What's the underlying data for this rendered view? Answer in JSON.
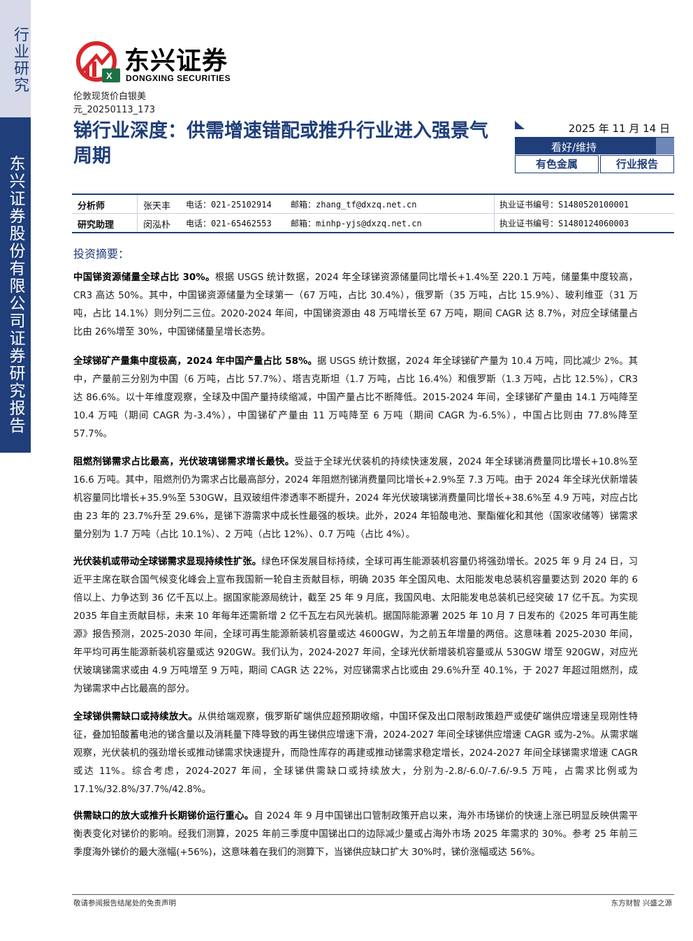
{
  "sidebar": {
    "top_label": "行业研究",
    "company_label": "东兴证券股份有限公司证券研究报告"
  },
  "logo": {
    "cn": "东兴证券",
    "en": "DONGXING SECURITIES"
  },
  "file_tag": {
    "line1": "伦敦现货价白银美",
    "line2": "元_20250113_173"
  },
  "title": "锑行业深度：供需增速错配或推升行业进入强景气周期",
  "info": {
    "date": "2025 年 11 月 14 日",
    "rating": "看好/维持",
    "sector": "有色金属",
    "report_type": "行业报告"
  },
  "analysts": [
    {
      "role": "分析师",
      "name": "张天丰",
      "phone": "电话：021-25102914",
      "email": "邮箱：zhang_tf@dxzq.net.cn",
      "cert": "执业证书编号：S1480520100001"
    },
    {
      "role": "研究助理",
      "name": "闵泓朴",
      "phone": "电话：021-65462553",
      "email": "邮箱：minhp-yjs@dxzq.net.cn",
      "cert": "执业证书编号：S1480124060003"
    }
  ],
  "summary_heading": "投资摘要：",
  "paragraphs": [
    {
      "lead": "中国锑资源储量全球占比 30%。",
      "body": "根据 USGS 统计数据，2024 年全球锑资源储量同比增长+1.4%至 220.1 万吨，储量集中度较高，CR3 高达 50%。其中，中国锑资源储量为全球第一（67 万吨，占比 30.4%），俄罗斯（35 万吨，占比 15.9%）、玻利维亚（31 万吨，占比 14.1%）则分列二三位。2020-2024 年间，中国锑资源由 48 万吨增长至 67 万吨，期间 CAGR 达 8.7%，对应全球储量占比由 26%增至 30%，中国锑储量呈增长态势。"
    },
    {
      "lead": "全球锑矿产量集中度极高，2024 年中国产量占比 58%。",
      "body": "据 USGS 统计数据，2024 年全球锑矿产量为 10.4 万吨，同比减少 2%。其中，产量前三分别为中国（6 万吨，占比 57.7%）、塔吉克斯坦（1.7 万吨，占比 16.4%）和俄罗斯（1.3 万吨，占比 12.5%），CR3 达 86.6%。以十年维度观察，全球及中国产量持续缩减，中国产量占比不断降低。2015-2024 年间，全球锑矿产量由 14.1 万吨降至 10.4 万吨（期间 CAGR 为-3.4%），中国锑矿产量由 11 万吨降至 6 万吨（期间 CAGR 为-6.5%），中国占比则由 77.8%降至 57.7%。"
    },
    {
      "lead": "阻燃剂锑需求占比最高，光伏玻璃锑需求增长最快。",
      "body": "受益于全球光伏装机的持续快速发展，2024 年全球锑消费量同比增长+10.8%至 16.6 万吨。其中，阻燃剂仍为需求占比最高部分，2024 年阻燃剂锑消费量同比增长+2.9%至 7.3 万吨。由于 2024 年全球光伏新增装机容量同比增长+35.9%至 530GW，且双玻组件渗透率不断提升，2024 年光伏玻璃锑消费量同比增长+38.6%至 4.9 万吨，对应占比由 23 年的 23.7%升至 29.6%，是锑下游需求中成长性最强的板块。此外，2024 年铅酸电池、聚酯催化和其他（国家收储等）锑需求量分别为 1.7 万吨（占比 10.1%）、2 万吨（占比 12%）、0.7 万吨（占比 4%）。"
    },
    {
      "lead": "光伏装机或带动全球锑需求显现持续性扩张。",
      "body": "绿色环保发展目标持续，全球可再生能源装机容量仍将强劲增长。2025 年 9 月 24 日，习近平主席在联合国气候变化峰会上宣布我国新一轮自主贡献目标，明确 2035 年全国风电、太阳能发电总装机容量要达到 2020 年的 6 倍以上、力争达到 36 亿千瓦以上。据国家能源局统计，截至 25 年 9 月底，我国风电、太阳能发电总装机已经突破 17 亿千瓦。为实现 2035 年自主贡献目标，未来 10 年每年还需新增 2 亿千瓦左右风光装机。据国际能源署 2025 年 10 月 7 日发布的《2025 年可再生能源》报告预测，2025-2030 年间，全球可再生能源新装机容量或达 4600GW，为之前五年增量的两倍。这意味着 2025-2030 年间，年平均可再生能源新装机容量或达 920GW。我们认为，2024-2027 年间，全球光伏新增装机容量或从 530GW 增至 920GW，对应光伏玻璃锑需求或由 4.9 万吨增至 9 万吨，期间 CAGR 达 22%，对应锑需求占比或由 29.6%升至 40.1%，于 2027 年超过阻燃剂，成为锑需求中占比最高的部分。"
    },
    {
      "lead": "全球锑供需缺口或持续放大。",
      "body": "从供给端观察，俄罗斯矿端供应超预期收缩，中国环保及出口限制政策趋严或使矿端供应增速呈现刚性特征，叠加铅酸蓄电池的锑含量以及消耗量下降导致的再生锑供应增速下滑，2024-2027 年间全球锑供应增速 CAGR 或为-2%。从需求端观察，光伏装机的强劲增长或推动锑需求快速提升，而隐性库存的再建或推动锑需求稳定增长，2024-2027 年间全球锑需求增速 CAGR 或达 11%。综合考虑，2024-2027 年间，全球锑供需缺口或持续放大，分别为-2.8/-6.0/-7.6/-9.5 万吨，占需求比例或为 17.1%/32.8%/37.7%/42.8%。"
    },
    {
      "lead": "供需缺口的放大或推升长期锑价运行重心。",
      "body": "自 2024 年 9 月中国锑出口管制政策开启以来，海外市场锑价的快速上涨已明显反映供需平衡表变化对锑价的影响。经我们测算，2025 年前三季度中国锑出口的边际减少量或占海外市场 2025 年需求的 30%。参考 25 年前三季度海外锑价的最大涨幅(+56%)，这意味着在我们的测算下，当锑供应缺口扩大 30%时，锑价涨幅或达 56%。"
    }
  ],
  "footer": {
    "left": "敬请参阅报告结尾处的免责声明",
    "right": "东方财智  兴盛之源"
  },
  "colors": {
    "brand_blue": "#1f3e7a",
    "logo_red": "#d7262b",
    "excel_green": "#1e7145"
  }
}
